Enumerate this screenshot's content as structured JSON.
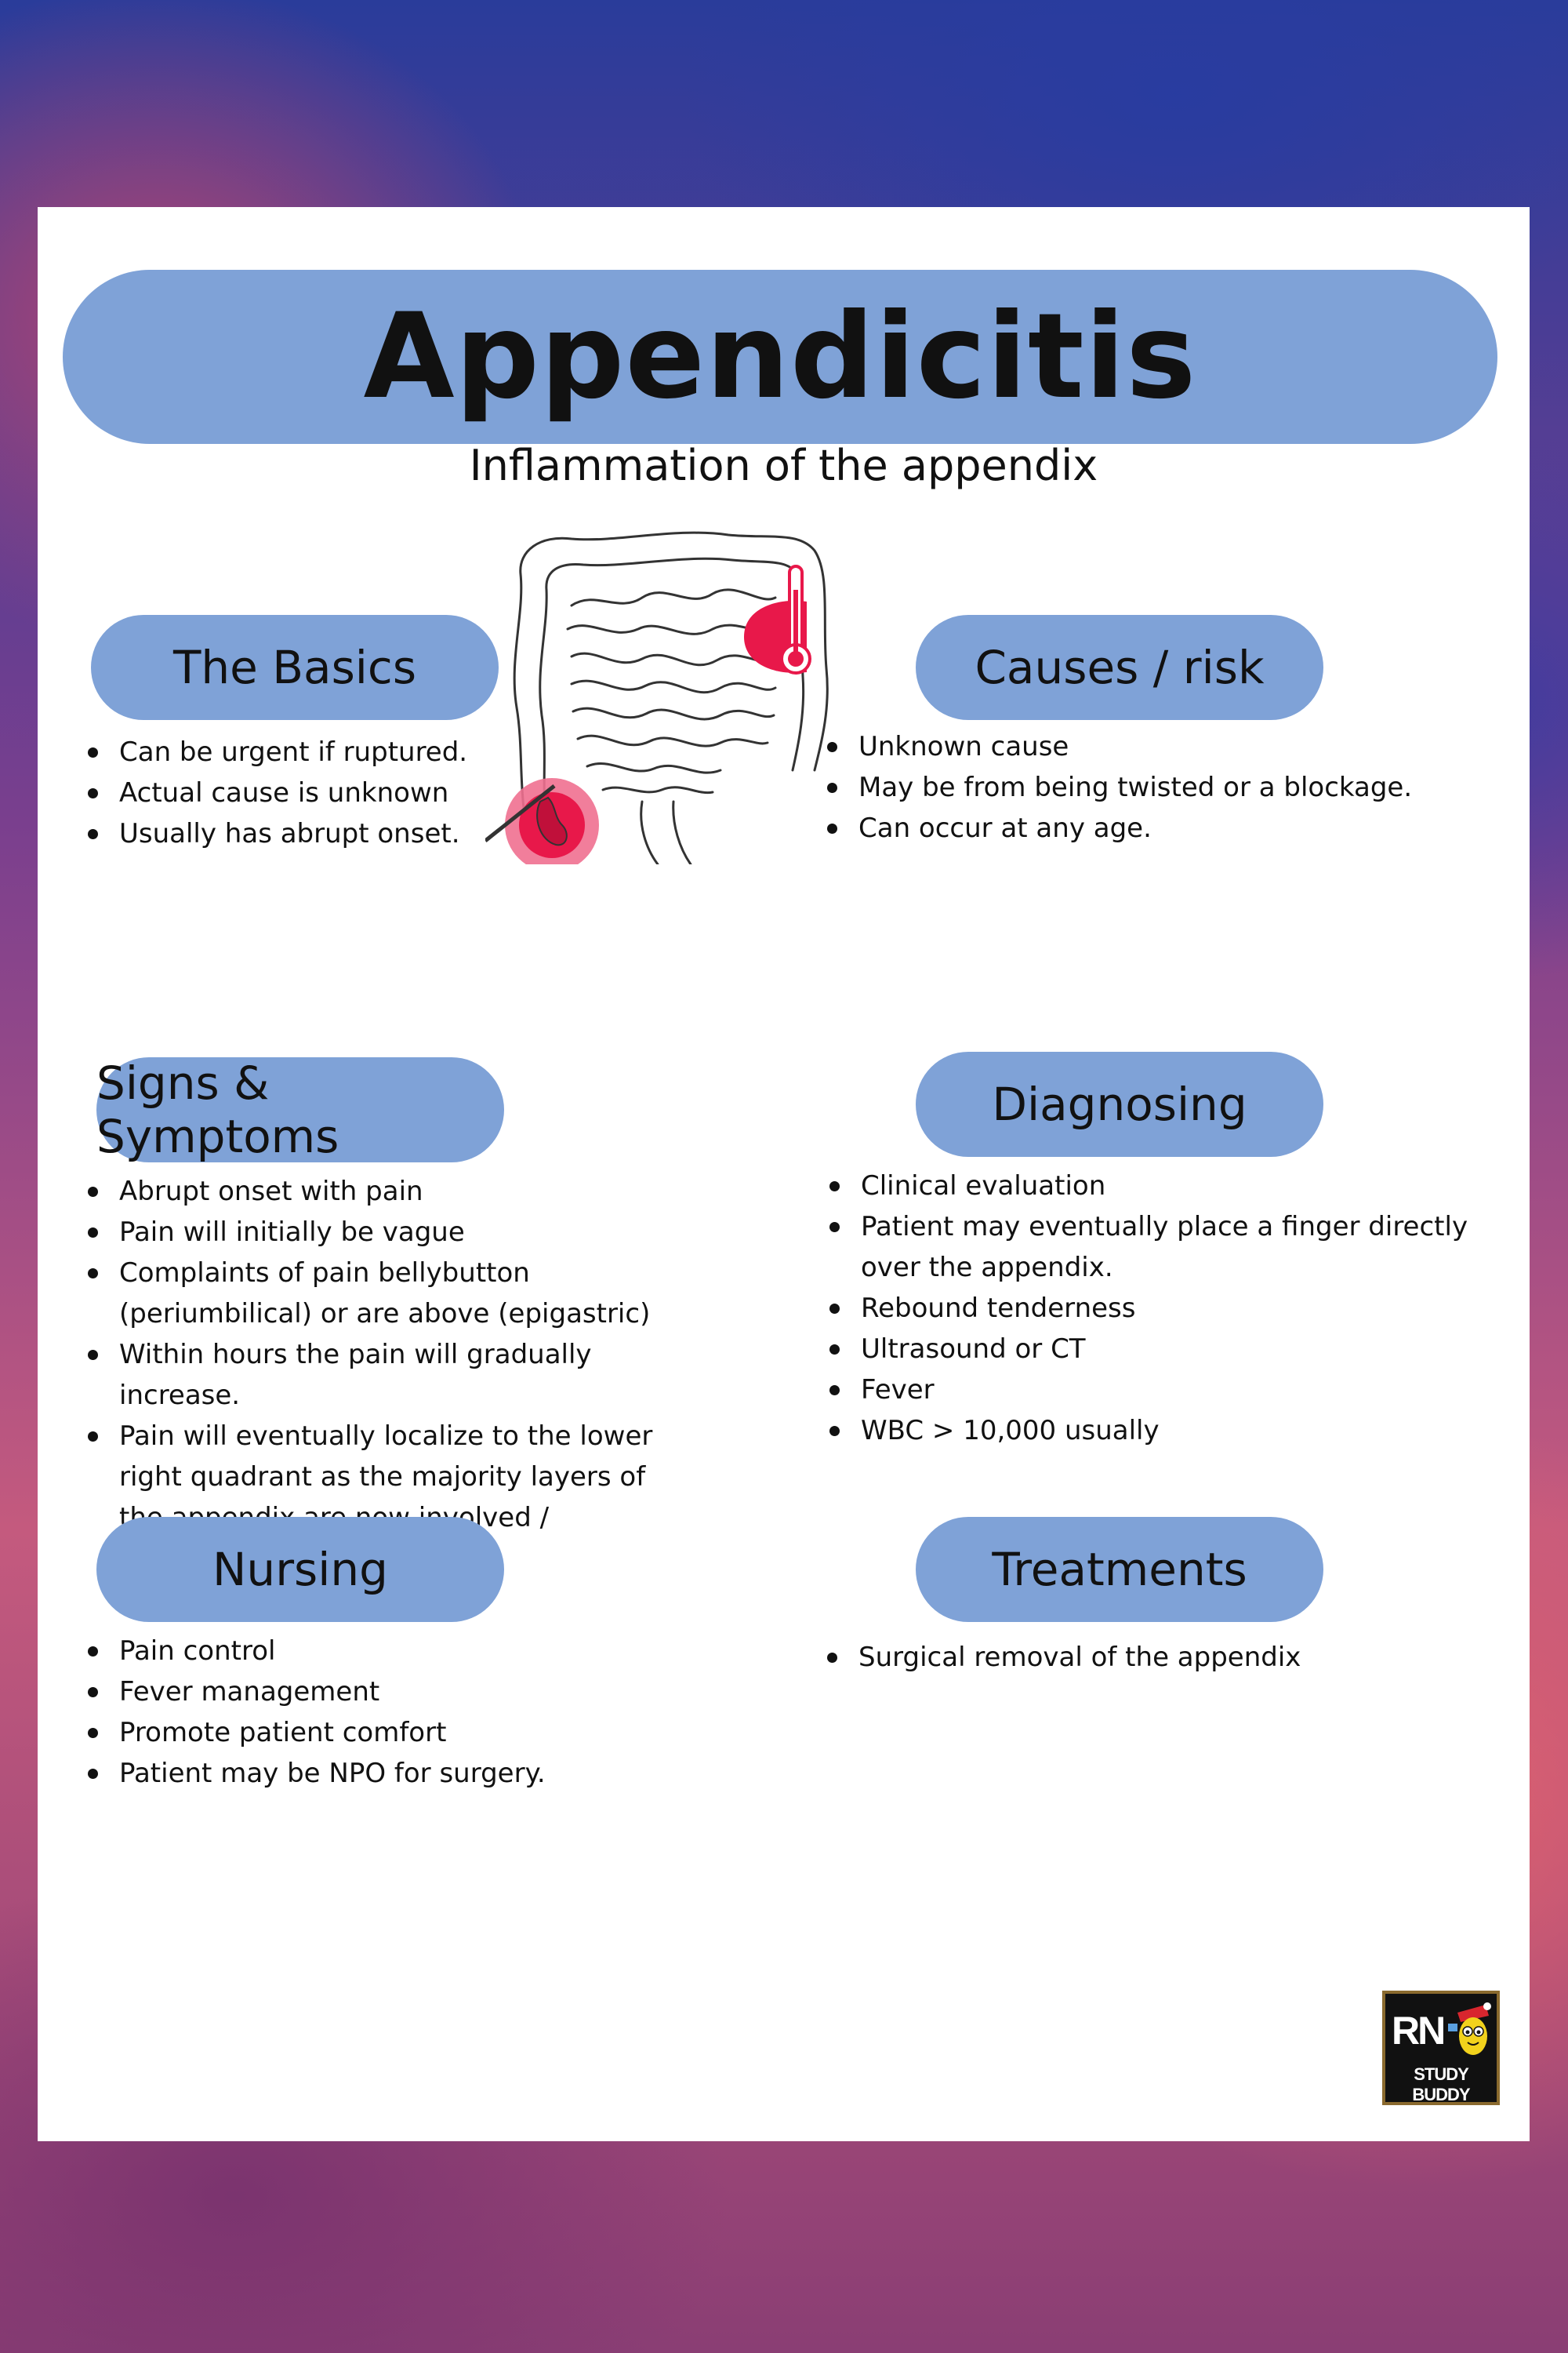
{
  "title": "Appendicitis",
  "subtitle": "Inflammation of the appendix",
  "colors": {
    "banner": "#7fa2d7",
    "card": "#ffffff",
    "accent_red": "#e8184a",
    "accent_pink": "#f07090"
  },
  "illustration": {
    "icon": "intestine-illustration-icon",
    "secondary_icon": "thermometer-icon"
  },
  "sections": {
    "basics": {
      "heading": "The Basics",
      "items": [
        "Can be urgent if ruptured.",
        "Actual cause is unknown",
        "Usually has abrupt onset."
      ]
    },
    "causes": {
      "heading": "Causes / risk",
      "items": [
        "Unknown cause",
        "May be from being twisted or a blockage.",
        "Can occur at any age."
      ]
    },
    "signs": {
      "heading": "Signs & Symptoms",
      "items": [
        "Abrupt onset with pain",
        "Pain will initially be vague",
        "Complaints of pain bellybutton (periumbilical) or are above (epigastric)",
        "Within hours the pain will gradually increase.",
        "Pain will eventually localize to the lower right quadrant as the majority layers of the appendix are now involved / inflamed."
      ]
    },
    "diagnosing": {
      "heading": "Diagnosing",
      "items": [
        "Clinical evaluation",
        "Patient may eventually place a finger directly over the appendix.",
        "Rebound tenderness",
        "Ultrasound or CT",
        "Fever",
        "WBC > 10,000 usually"
      ]
    },
    "nursing": {
      "heading": "Nursing",
      "items": [
        "Pain control",
        "Fever management",
        "Promote patient comfort",
        "Patient may be NPO for surgery."
      ]
    },
    "treatments": {
      "heading": "Treatments",
      "items": [
        "Surgical removal of the appendix"
      ]
    }
  },
  "logo": {
    "line1": "RN",
    "line2": "STUDY BUDDY",
    "icon": "mascot-icon"
  }
}
